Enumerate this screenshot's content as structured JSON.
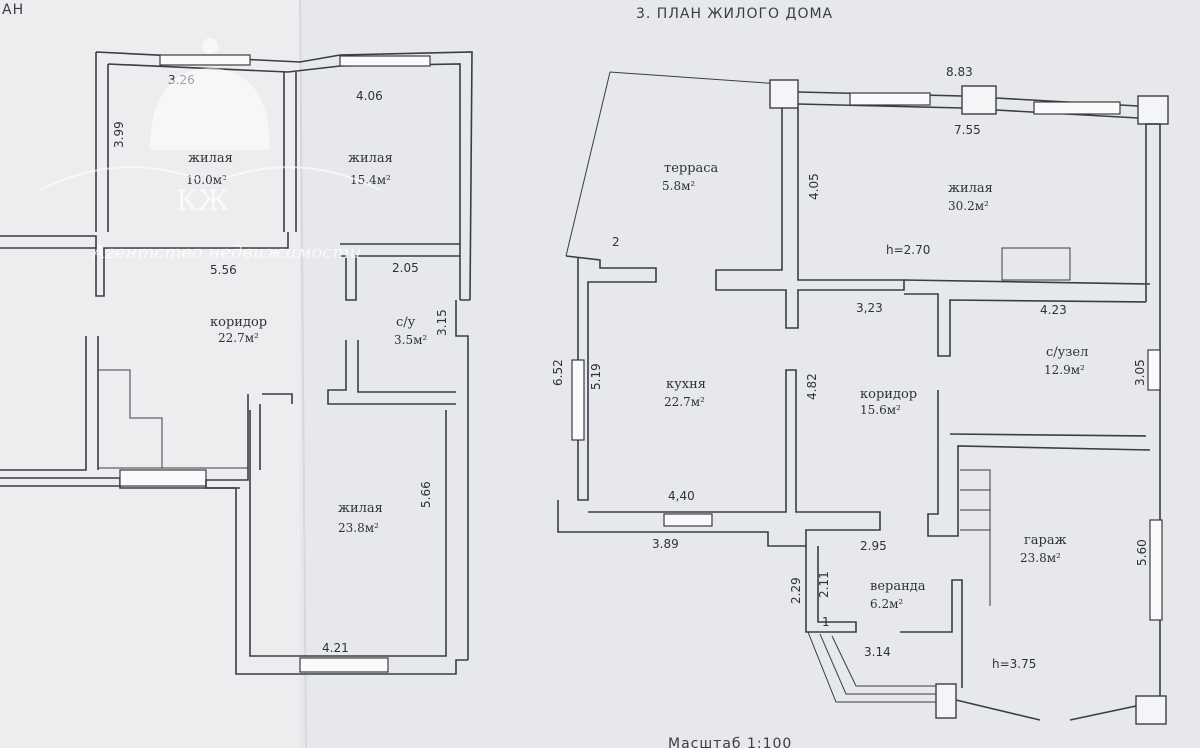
{
  "header": {
    "left_fragment": "АН",
    "title": "3. ПЛАН ЖИЛОГО ДОМА"
  },
  "watermark": {
    "monogram": "КЖ",
    "agency": "Агентство недвижимости"
  },
  "left_plan": {
    "rooms": [
      {
        "name": "жилая",
        "area": "10.0м²"
      },
      {
        "name": "жилая",
        "area": "15.4м²"
      },
      {
        "name": "коридор",
        "area": "22.7м²"
      },
      {
        "name": "с/у",
        "area": "3.5м²"
      },
      {
        "name": "жилая",
        "area": "23.8м²"
      }
    ],
    "dims": {
      "d_326": "3.26",
      "d_406": "4.06",
      "d_399": "3.99",
      "d_556": "5.56",
      "d_205": "2.05",
      "d_315": "3.15",
      "d_566": "5.66",
      "d_421": "4.21"
    }
  },
  "right_plan": {
    "rooms": [
      {
        "name": "терраса",
        "area": "5.8м²"
      },
      {
        "name": "жилая",
        "area": "30.2м²"
      },
      {
        "name": "кухня",
        "area": "22.7м²"
      },
      {
        "name": "коридор",
        "area": "15.6м²"
      },
      {
        "name": "с/узел",
        "area": "12.9м²"
      },
      {
        "name": "гараж",
        "area": "23.8м²"
      },
      {
        "name": "веранда",
        "area": "6.2м²"
      }
    ],
    "dims": {
      "d_883": "8.83",
      "d_755": "7.55",
      "d_405": "4.05",
      "d_h270": "h=2.70",
      "d_323": "3,23",
      "d_423": "4.23",
      "d_652": "6.52",
      "d_519": "5.19",
      "d_482": "4.82",
      "d_305": "3.05",
      "d_440": "4,40",
      "d_389": "3.89",
      "d_295": "2.95",
      "d_560": "5.60",
      "d_211": "2.11",
      "d_229": "2.29",
      "d_314": "3.14",
      "d_h375": "h=3.75"
    },
    "markers": {
      "m1": "1",
      "m2": "2"
    }
  },
  "footer": {
    "scale": "Масштаб 1:100"
  }
}
